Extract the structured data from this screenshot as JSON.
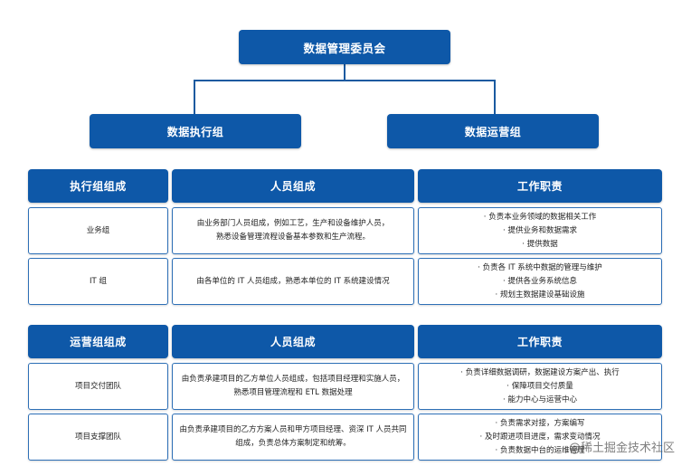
{
  "committee": "数据管理委员会",
  "exec_group": "数据执行组",
  "ops_group": "数据运营组",
  "exec_table": {
    "headers": [
      "执行组组成",
      "人员组成",
      "工作职责"
    ],
    "rows": [
      {
        "name": "业务组",
        "staff": [
          "由业务部门人员组成，例如工艺，生产和设备维护人员，",
          "熟悉设备管理流程设备基本参数和生产流程。"
        ],
        "duties": [
          "· 负责本业务领域的数据相关工作",
          "· 提供业务和数据需求",
          "· 提供数据"
        ]
      },
      {
        "name": "IT 组",
        "staff": [
          "由各单位的 IT 人员组成，熟悉本单位的 IT 系统建设情况"
        ],
        "duties": [
          "· 负责各 IT 系统中数据的管理与维护",
          "· 提供各业务系统信息",
          "· 规划主数据建设基础设施"
        ]
      }
    ]
  },
  "ops_table": {
    "headers": [
      "运营组组成",
      "人员组成",
      "工作职责"
    ],
    "rows": [
      {
        "name": "项目交付团队",
        "staff": [
          "由负责承建项目的乙方单位人员组成，包括项目经理和实施人员，",
          "熟悉项目管理流程和 ETL 数据处理"
        ],
        "duties": [
          "· 负责详细数据调研，数据建设方案产出、执行",
          "· 保障项目交付质量",
          "· 能力中心与运营中心"
        ]
      },
      {
        "name": "项目支撑团队",
        "staff": [
          "由负责承建项目的乙方方案人员和甲方项目经理、资深 IT 人员共同",
          "组成，负责总体方案制定和统筹。"
        ],
        "duties": [
          "· 负责需求对接，方案编写",
          "· 及时跟进项目进度，需求变动情况",
          "· 负责数据中台的运维管理"
        ]
      }
    ]
  },
  "watermark": "@稀土掘金技术社区"
}
